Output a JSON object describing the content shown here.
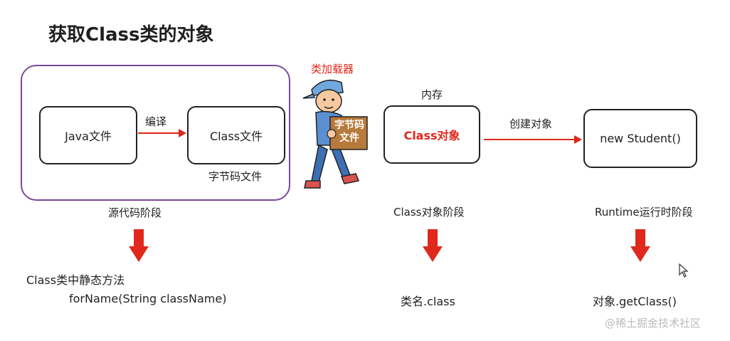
{
  "title": "获取Class类的对象",
  "source_stage": {
    "java_box": "Java文件",
    "compile_label": "编译",
    "class_box": "Class文件",
    "bytecode_label": "字节码文件",
    "stage_label": "源代码阶段",
    "method_title": "Class类中静态方法",
    "method": "forName(String className)"
  },
  "loader": {
    "label": "类加载器",
    "box_text_1": "字节码",
    "box_text_2": "文件"
  },
  "class_stage": {
    "memory_label": "内存",
    "box": "Class对象",
    "stage_label": "Class对象阶段",
    "method": "类名.class"
  },
  "runtime_stage": {
    "create_label": "创建对象",
    "box": "new Student()",
    "stage_label": "Runtime运行时阶段",
    "method": "对象.getClass()"
  },
  "watermark": "@稀土掘金技术社区",
  "colors": {
    "accent_red": "#e0281c",
    "frame_purple": "#7b4a98"
  }
}
